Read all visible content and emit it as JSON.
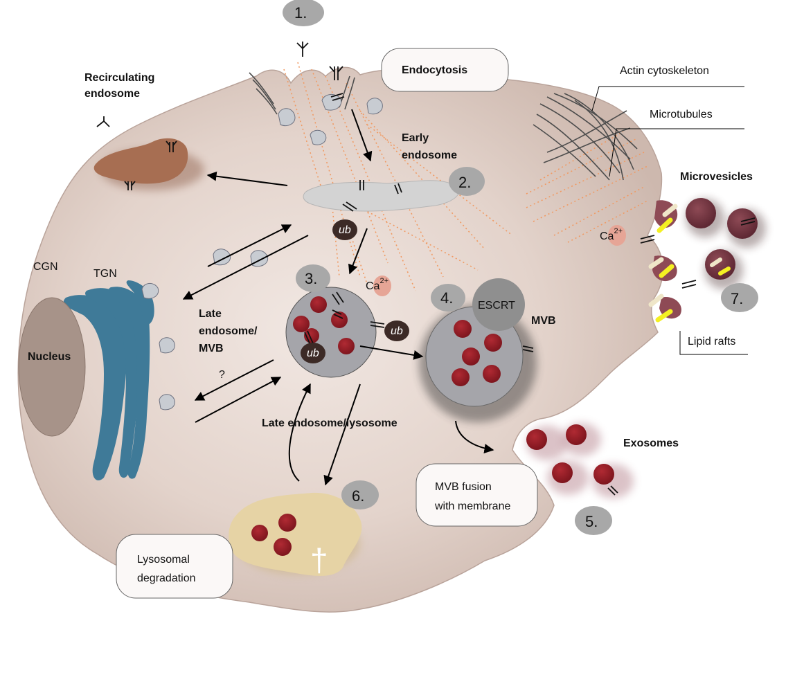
{
  "colors": {
    "cell": "#d9c7bf",
    "cell_center": "#efe4de",
    "early_endosome": "#d3d3d3",
    "mvb": "#a5a5aa",
    "vesicle_red": "#8f1a23",
    "golgi_blue": "#3f7a98",
    "nucleus": "#a79389",
    "recirc_endosome": "#a76e52",
    "lysosome": "#e6d3a5",
    "step_badge": "#a8a8a8",
    "ub": "#3c2a26",
    "ca": "#e6a596",
    "lipid_raft": "#f4f022",
    "actin": "#4a4a4a",
    "microtubule": "#f09a63"
  },
  "steps": [
    "1.",
    "2.",
    "3.",
    "4.",
    "5.",
    "6.",
    "7."
  ],
  "labels": {
    "recirculating_endosome_line1": "Recirculating",
    "recirculating_endosome_line2": "endosome",
    "endocytosis": "Endocytosis",
    "early_endosome_line1": "Early",
    "early_endosome_line2": "endosome",
    "actin_cytoskeleton": "Actin cytoskeleton",
    "microtubules": "Microtubules",
    "microvesicles": "Microvesicles",
    "cgn": "CGN",
    "tgn": "TGN",
    "nucleus": "Nucleus",
    "late_endosome_mvb_line1": "Late",
    "late_endosome_mvb_line2": "endosome/",
    "late_endosome_mvb_line3": "MVB",
    "question": "?",
    "escrt": "ESCRT",
    "mvb": "MVB",
    "lipid_rafts": "Lipid rafts",
    "late_endosome_lysosome": "Late endosome/lysosome",
    "exosomes": "Exosomes",
    "mvb_fusion_line1": "MVB fusion",
    "mvb_fusion_line2": "with membrane",
    "lysosomal_degradation_line1": "Lysosomal",
    "lysosomal_degradation_line2": "degradation",
    "ub": "ub",
    "ca_base": "Ca",
    "ca_sup": "2+",
    "cross": "†"
  }
}
